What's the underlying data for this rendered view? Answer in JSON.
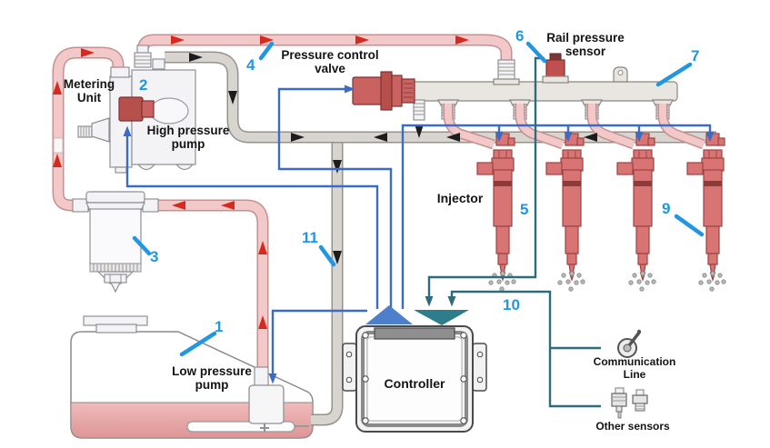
{
  "diagram": {
    "callouts": {
      "tank": "1",
      "high_pressure_pump": "2",
      "fuel_filter": "3",
      "high_pressure_line": "4",
      "injector_line": "5",
      "rail_pressure_sensor": "6",
      "rail": "7",
      "injector4": "9",
      "sensor_bus": "10",
      "return_line": "11"
    },
    "labels": {
      "metering_unit": [
        "Metering",
        "Unit"
      ],
      "high_pressure_pump": [
        "High pressure",
        "pump"
      ],
      "pressure_control_valve": [
        "Pressure control",
        "valve"
      ],
      "rail_pressure_sensor": [
        "Rail pressure",
        "sensor"
      ],
      "injector": "Injector",
      "low_pressure_pump": [
        "Low pressure",
        "pump"
      ],
      "controller": "Controller",
      "communication_line": [
        "Communication",
        "Line"
      ],
      "other_sensors": "Other sensors"
    },
    "colors": {
      "callout_blue": "#2196e3",
      "wire_blue": "#3a6cc5",
      "wire_teal": "#2e6b7d",
      "triangle_blue": "#4d7fca",
      "triangle_teal": "#2e7d8a",
      "pipe_pink": "#f2c8c8",
      "pipe_pink_edge": "#c4908f",
      "pipe_gray": "#d8d4cf",
      "pipe_gray_edge": "#97918a",
      "arrow_red": "#d62a1f",
      "arrow_black": "#1c1c1c",
      "component_red": "#c96260",
      "component_red_dark": "#b5504c",
      "injector_red": "#d97474",
      "fuel_top": "#f0bcbc",
      "fuel_bottom": "#de9595"
    }
  }
}
